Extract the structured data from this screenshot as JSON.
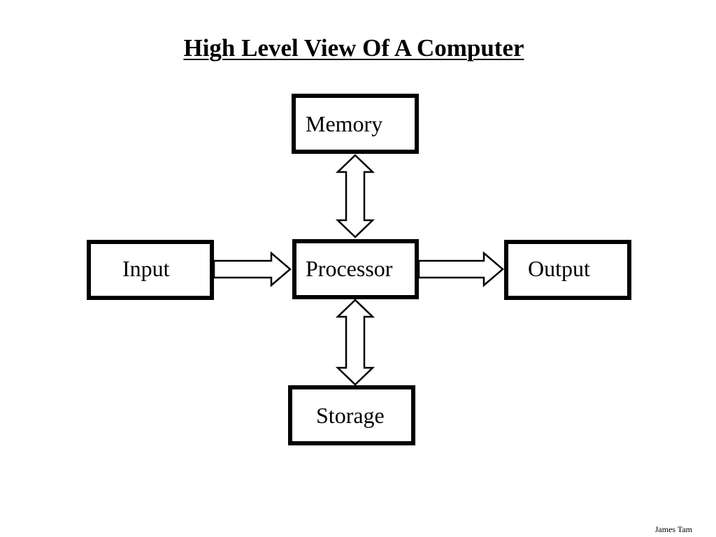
{
  "title": "High Level View Of A Computer",
  "author": "James Tam",
  "diagram": {
    "nodes": {
      "memory": "Memory",
      "input": "Input",
      "processor": "Processor",
      "output": "Output",
      "storage": "Storage"
    },
    "edges": [
      {
        "from": "memory",
        "to": "processor",
        "direction": "bidirectional"
      },
      {
        "from": "input",
        "to": "processor",
        "direction": "one-way"
      },
      {
        "from": "processor",
        "to": "output",
        "direction": "one-way"
      },
      {
        "from": "processor",
        "to": "storage",
        "direction": "bidirectional"
      }
    ]
  }
}
